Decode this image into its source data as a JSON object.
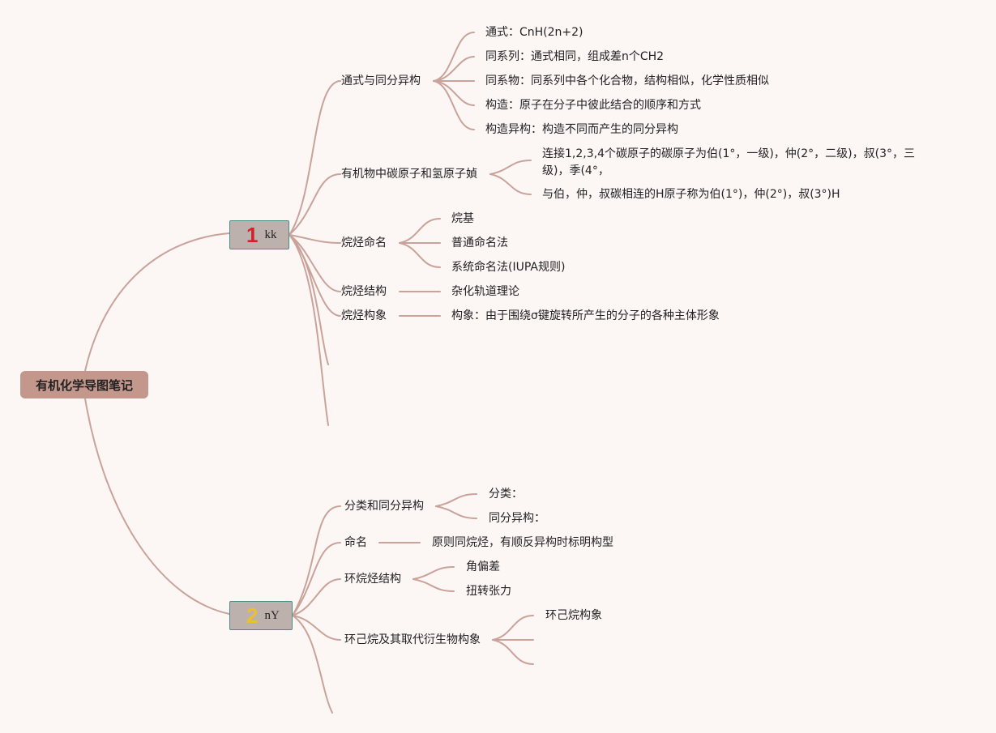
{
  "root": {
    "label": "有机化学导图笔记"
  },
  "branches": [
    {
      "badge": "1",
      "label": "kk",
      "topics": [
        {
          "label": "通式与同分异构",
          "items": [
            "通式：CnH(2n+2)",
            "同系列：通式相同，组成差n个CH2",
            "同系物：同系列中各个化合物，结构相似，化学性质相似",
            "构造：原子在分子中彼此结合的顺序和方式",
            "构造异构：构造不同而产生的同分异构"
          ]
        },
        {
          "label": "有机物中碳原子和氢原子媜",
          "items": [
            "连接1,2,3,4个碳原子的碳原子为伯(1°，一级)，仲(2°，二级)，叔(3°，三级)，季(4°，",
            "与伯，仲，叔碳相连的H原子称为伯(1°)，仲(2°)，叔(3°)H"
          ]
        },
        {
          "label": "烷烃命名",
          "items": [
            "烷基",
            "普通命名法",
            "系统命名法(IUPA规则)"
          ]
        },
        {
          "label": "烷烃结构",
          "items": [
            "杂化轨道理论"
          ]
        },
        {
          "label": "烷烃构象",
          "items": [
            "构象：由于围绕σ键旋转所产生的分子的各种主体形象"
          ]
        }
      ]
    },
    {
      "badge": "2",
      "label": "nY",
      "topics": [
        {
          "label": "分类和同分异构",
          "items": [
            "分类：",
            "同分异构："
          ]
        },
        {
          "label": "命名",
          "items": [
            "原则同烷烃，有顺反异构时标明构型"
          ]
        },
        {
          "label": "环烷烃结构",
          "items": [
            "角偏差",
            "扭转张力"
          ]
        },
        {
          "label": "环己烷及其取代衍生物构象",
          "items": [
            "环己烷构象"
          ]
        }
      ]
    }
  ]
}
